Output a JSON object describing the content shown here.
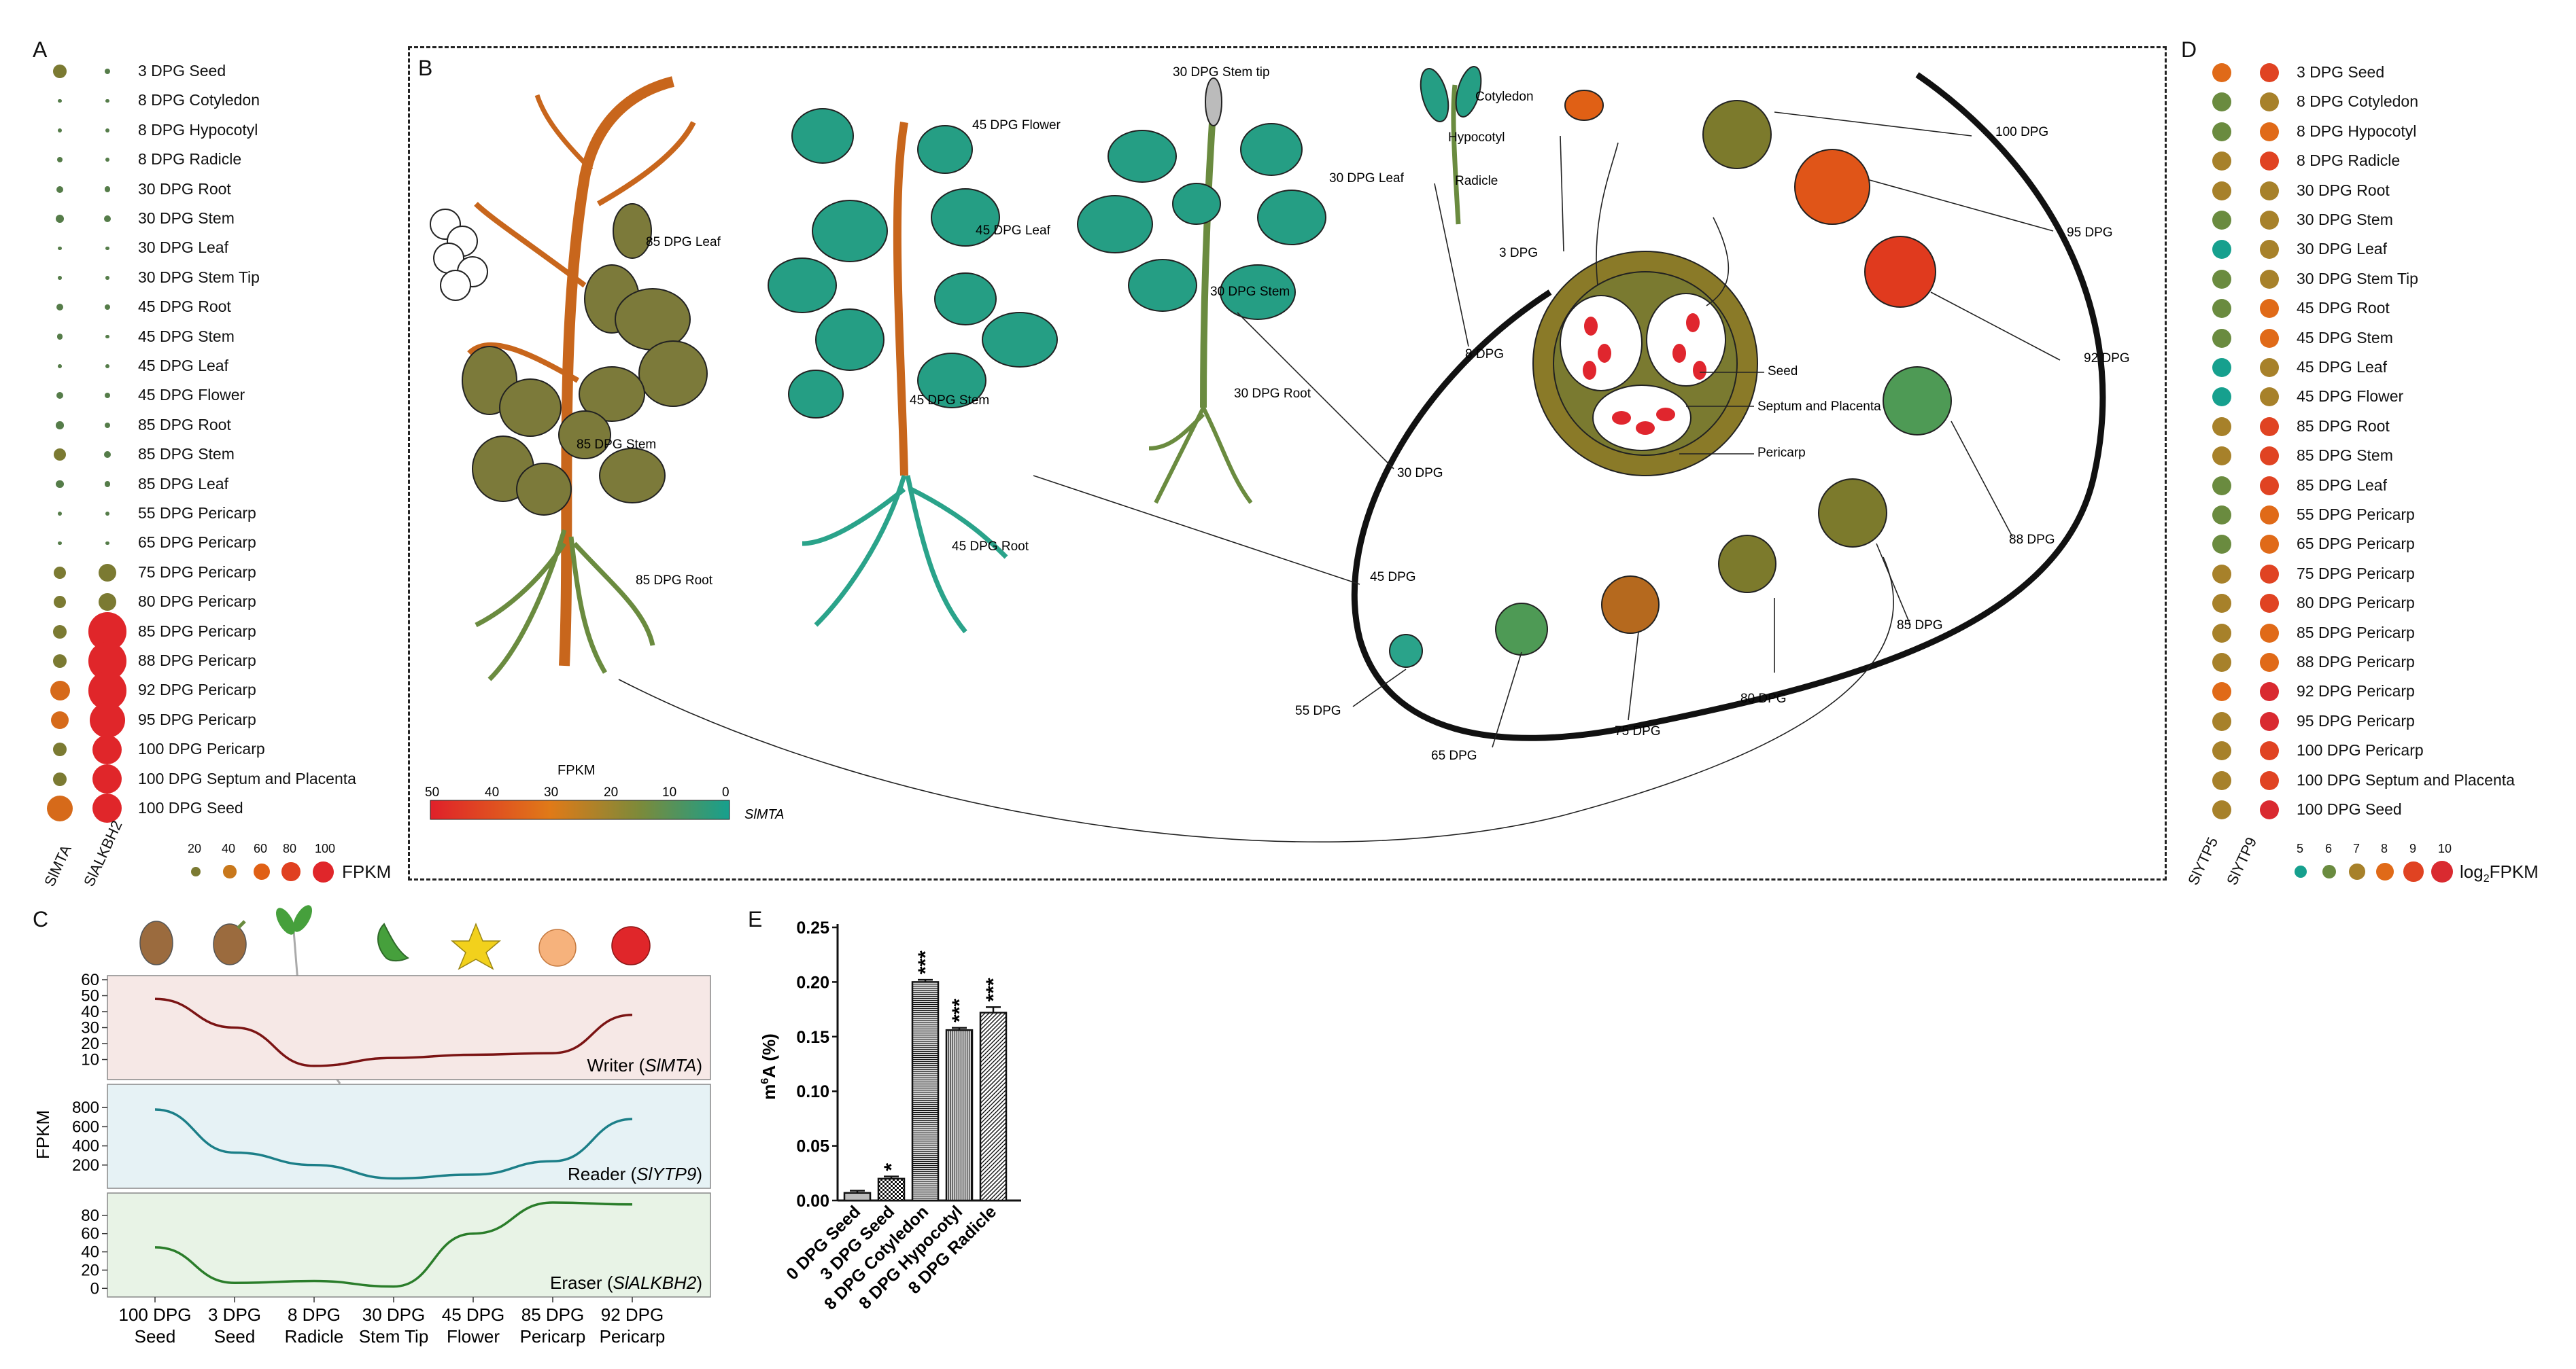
{
  "panels": {
    "a": "A",
    "b": "B",
    "c": "C",
    "d": "D",
    "e": "E"
  },
  "panelA": {
    "columns": [
      "SlMTA",
      "SlALKBH2"
    ],
    "rows": [
      {
        "label": "3 DPG Seed",
        "mta": 12,
        "alk": 2
      },
      {
        "label": "8 DPG Cotyledon",
        "mta": 1,
        "alk": 1
      },
      {
        "label": "8 DPG Hypocotyl",
        "mta": 1,
        "alk": 1
      },
      {
        "label": "8 DPG Radicle",
        "mta": 2,
        "alk": 1
      },
      {
        "label": "30 DPG Root",
        "mta": 3,
        "alk": 2
      },
      {
        "label": "30 DPG Stem",
        "mta": 5,
        "alk": 3
      },
      {
        "label": "30 DPG Leaf",
        "mta": 1,
        "alk": 1
      },
      {
        "label": "30 DPG Stem Tip",
        "mta": 1,
        "alk": 1
      },
      {
        "label": "45 DPG Root",
        "mta": 3,
        "alk": 2
      },
      {
        "label": "45 DPG Stem",
        "mta": 2,
        "alk": 1
      },
      {
        "label": "45 DPG Leaf",
        "mta": 1,
        "alk": 1
      },
      {
        "label": "45 DPG Flower",
        "mta": 3,
        "alk": 2
      },
      {
        "label": "85 DPG Root",
        "mta": 4,
        "alk": 2
      },
      {
        "label": "85 DPG Stem",
        "mta": 10,
        "alk": 3
      },
      {
        "label": "85 DPG Leaf",
        "mta": 4,
        "alk": 2
      },
      {
        "label": "55 DPG Pericarp",
        "mta": 1,
        "alk": 1
      },
      {
        "label": "65 DPG Pericarp",
        "mta": 1,
        "alk": 1
      },
      {
        "label": "75 DPG Pericarp",
        "mta": 10,
        "alk": 20
      },
      {
        "label": "80 DPG Pericarp",
        "mta": 10,
        "alk": 20
      },
      {
        "label": "85 DPG Pericarp",
        "mta": 12,
        "alk": 95
      },
      {
        "label": "88 DPG Pericarp",
        "mta": 12,
        "alk": 90
      },
      {
        "label": "92 DPG Pericarp",
        "mta": 25,
        "alk": 95
      },
      {
        "label": "95 DPG Pericarp",
        "mta": 20,
        "alk": 80
      },
      {
        "label": "100 DPG Pericarp",
        "mta": 12,
        "alk": 55
      },
      {
        "label": "100 DPG Septum and Placenta",
        "mta": 12,
        "alk": 55
      },
      {
        "label": "100 DPG Seed",
        "mta": 45,
        "alk": 55
      }
    ],
    "legend": {
      "ticks": [
        "20",
        "40",
        "60",
        "80",
        "100"
      ],
      "unit": "FPKM"
    }
  },
  "panelB": {
    "plants": {
      "p85_leaf": "85 DPG Leaf",
      "p85_stem": "85 DPG Stem",
      "p85_root": "85 DPG Root",
      "p45_flower": "45 DPG Flower",
      "p45_leaf": "45 DPG Leaf",
      "p45_stem": "45 DPG Stem",
      "p45_root": "45 DPG Root",
      "p30_tip": "30 DPG Stem tip",
      "p30_stem": "30 DPG Stem",
      "p30_root": "30 DPG Root",
      "p30_leaf": "30 DPG Leaf",
      "cotyledon": "Cotyledon",
      "hypocotyl": "Hypocotyl",
      "radicle": "Radicle"
    },
    "fruit": {
      "seed": "Seed",
      "septum": "Septum and Placenta",
      "pericarp": "Pericarp"
    },
    "stages": [
      "3 DPG",
      "8 DPG",
      "30 DPG",
      "45 DPG",
      "55 DPG",
      "65 DPG",
      "75 DPG",
      "80 DPG",
      "85 DPG",
      "88 DPG",
      "92 DPG",
      "95 DPG",
      "100 DPG"
    ],
    "colorbar": {
      "title": "FPKM",
      "ticks": [
        "50",
        "40",
        "30",
        "20",
        "10",
        "0"
      ],
      "gene": "SlMTA"
    }
  },
  "panelC": {
    "icons": [
      "seed-brown",
      "seed-sprouting",
      "seedling",
      "stem-tip",
      "flower",
      "fruit-orange",
      "fruit-red"
    ],
    "ylabel": "FPKM",
    "categories": [
      "100 DPG Seed",
      "3 DPG Seed",
      "8 DPG Radicle",
      "30 DPG Stem Tip",
      "45 DPG Flower",
      "85 DPG Pericarp",
      "92 DPG Pericarp"
    ],
    "cat_line1": [
      "100 DPG",
      "3 DPG",
      "8 DPG",
      "30 DPG",
      "45 DPG",
      "85 DPG",
      "92 DPG"
    ],
    "cat_line2": [
      "Seed",
      "Seed",
      "Radicle",
      "Stem Tip",
      "Flower",
      "Pericarp",
      "Pericarp"
    ],
    "subplots": [
      {
        "label": "Writer",
        "gene": "SlMTA",
        "ticks": [
          "60",
          "50",
          "40",
          "30",
          "20",
          "10"
        ],
        "ylim": [
          0,
          60
        ],
        "values": [
          48,
          30,
          6,
          11,
          13,
          14,
          38
        ],
        "color": "#7b1414",
        "bg": "#f6e8e6"
      },
      {
        "label": "Reader",
        "gene": "SlYTP9",
        "ticks": [
          "800",
          "600",
          "400",
          "200"
        ],
        "ylim": [
          0,
          1000
        ],
        "values": [
          780,
          330,
          200,
          60,
          100,
          240,
          680
        ],
        "color": "#1c7f88",
        "bg": "#e6f2f5"
      },
      {
        "label": "Eraser",
        "gene": "SlALKBH2",
        "ticks": [
          "80",
          "60",
          "40",
          "20",
          "0"
        ],
        "ylim": [
          -5,
          100
        ],
        "values": [
          45,
          6,
          8,
          2,
          60,
          94,
          92
        ],
        "color": "#2a7d2a",
        "bg": "#e8f3e6"
      }
    ]
  },
  "panelD": {
    "columns": [
      "SlYTP5",
      "SlYTP9"
    ],
    "rows": [
      {
        "label": "3 DPG Seed",
        "ytp5": 8.3,
        "ytp9": 9.4
      },
      {
        "label": "8 DPG Cotyledon",
        "ytp5": 6.2,
        "ytp9": 7.3
      },
      {
        "label": "8 DPG Hypocotyl",
        "ytp5": 6.3,
        "ytp9": 8.3
      },
      {
        "label": "8 DPG Radicle",
        "ytp5": 6.6,
        "ytp9": 8.6
      },
      {
        "label": "30 DPG Root",
        "ytp5": 6.6,
        "ytp9": 7.3
      },
      {
        "label": "30 DPG Stem",
        "ytp5": 6.3,
        "ytp9": 7.3
      },
      {
        "label": "30 DPG Leaf",
        "ytp5": 5.2,
        "ytp9": 7.3
      },
      {
        "label": "30 DPG Stem Tip",
        "ytp5": 5.6,
        "ytp9": 6.6
      },
      {
        "label": "45 DPG Root",
        "ytp5": 6.4,
        "ytp9": 8.3
      },
      {
        "label": "45 DPG Stem",
        "ytp5": 6.3,
        "ytp9": 8.3
      },
      {
        "label": "45 DPG Leaf",
        "ytp5": 5.3,
        "ytp9": 7.3
      },
      {
        "label": "45 DPG Flower",
        "ytp5": 5.4,
        "ytp9": 7.3
      },
      {
        "label": "85 DPG Root",
        "ytp5": 6.6,
        "ytp9": 9.3
      },
      {
        "label": "85 DPG Stem",
        "ytp5": 6.5,
        "ytp9": 9.3
      },
      {
        "label": "85 DPG Leaf",
        "ytp5": 6.4,
        "ytp9": 8.6
      },
      {
        "label": "55 DPG Pericarp",
        "ytp5": 5.6,
        "ytp9": 8.3
      },
      {
        "label": "65 DPG Pericarp",
        "ytp5": 6.2,
        "ytp9": 8.3
      },
      {
        "label": "75 DPG Pericarp",
        "ytp5": 6.6,
        "ytp9": 8.5
      },
      {
        "label": "80 DPG Pericarp",
        "ytp5": 6.6,
        "ytp9": 8.5
      },
      {
        "label": "85 DPG Pericarp",
        "ytp5": 6.6,
        "ytp9": 8.4
      },
      {
        "label": "88 DPG Pericarp",
        "ytp5": 6.6,
        "ytp9": 8.3
      },
      {
        "label": "92 DPG Pericarp",
        "ytp5": 7.6,
        "ytp9": 9.5
      },
      {
        "label": "95 DPG Pericarp",
        "ytp5": 7.4,
        "ytp9": 9.6
      },
      {
        "label": "100 DPG Pericarp",
        "ytp5": 7.4,
        "ytp9": 9.3
      },
      {
        "label": "100 DPG Septum and Placenta",
        "ytp5": 7.4,
        "ytp9": 9.3
      },
      {
        "label": "100 DPG Seed",
        "ytp5": 7.2,
        "ytp9": 9.8
      }
    ],
    "legend": {
      "ticks": [
        "5",
        "6",
        "7",
        "8",
        "9",
        "10"
      ],
      "unit_prefix": "log",
      "unit_sub": "2",
      "unit_suffix": "FPKM"
    }
  },
  "chart_data": {
    "type": "bar",
    "categories": [
      "0 DPG Seed",
      "3 DPG Seed",
      "8 DPG Cotyledon",
      "8 DPG Hypocotyl",
      "8 DPG Radicle"
    ],
    "values": [
      0.007,
      0.02,
      0.2,
      0.156,
      0.172
    ],
    "errors": [
      0.002,
      0.002,
      0.002,
      0.002,
      0.005
    ],
    "significance": [
      "",
      "*",
      "***",
      "***",
      "***"
    ],
    "ylabel_pre": "m",
    "ylabel_sup": "6",
    "ylabel_post": "A (%)",
    "ylim": [
      0,
      0.25
    ],
    "yticks": [
      "0.00",
      "0.05",
      "0.10",
      "0.15",
      "0.20",
      "0.25"
    ]
  }
}
